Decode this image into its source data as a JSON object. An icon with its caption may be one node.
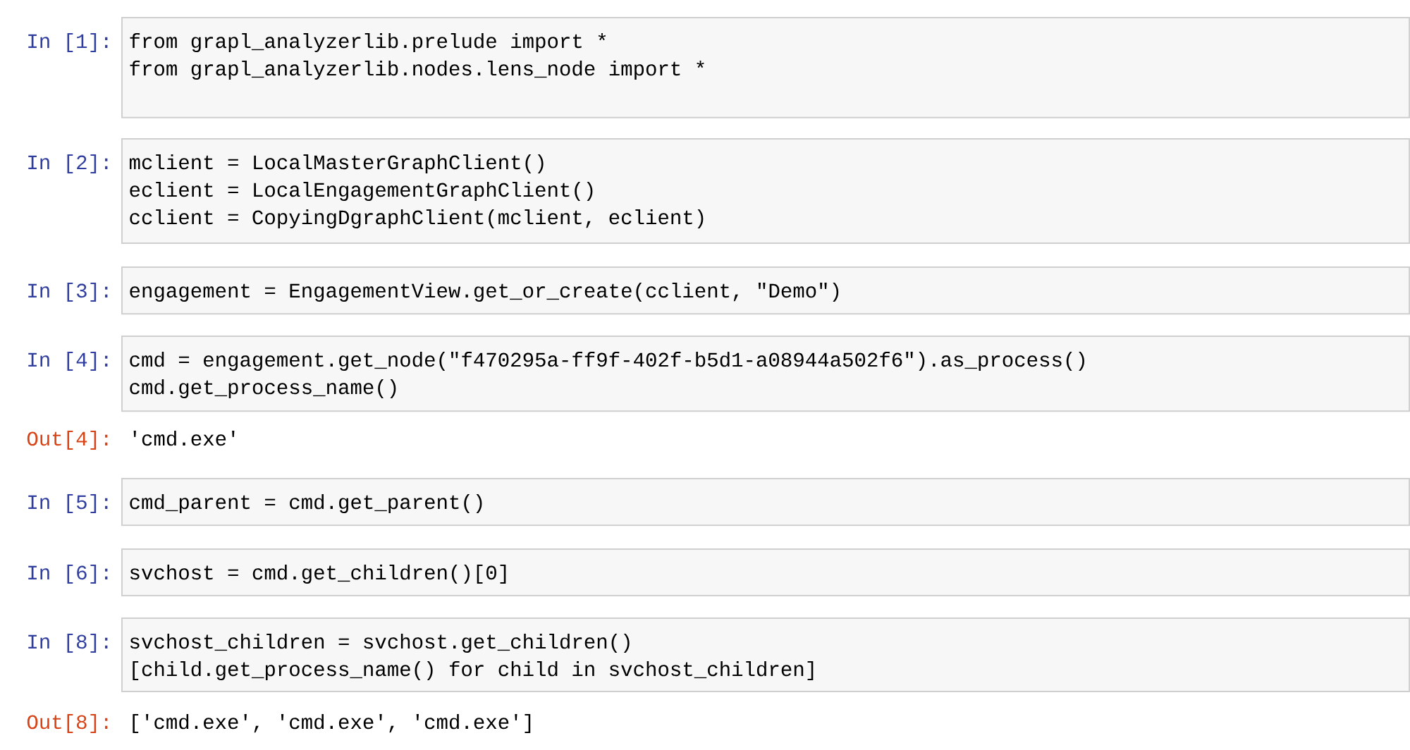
{
  "diagram": {
    "nodes": [
      {
        "text": [
          "from grapl_analyzerlib.prelude import *",
          "from grapl_analyzerlib.nodes.lens_node import *"
        ],
        "beside": [
          "In [1]:"
        ]
      },
      {
        "text": [
          "mclient = LocalMasterGraphClient()",
          "eclient = LocalEngagementGraphClient()",
          "cclient = CopyingDgraphClient(mclient, eclient)"
        ],
        "beside": [
          "In [2]:"
        ]
      },
      {
        "text": [
          "engagement = EngagementView.get_or_create(cclient, \"Demo\")"
        ],
        "beside": [
          "In [3]:"
        ]
      },
      {
        "text": [
          "cmd = engagement.get_node(\"f470295a-ff9f-402f-b5d1-a08944a502f6\").as_process()",
          "cmd.get_process_name()"
        ],
        "beside": [
          "In [4]:"
        ]
      },
      {
        "text": [
          "cmd_parent = cmd.get_parent()"
        ],
        "beside": [
          "In [5]:"
        ]
      },
      {
        "text": [
          "svchost = cmd.get_children()[0]"
        ],
        "beside": [
          "In [6]:"
        ]
      },
      {
        "text": [
          "svchost_children = svchost.get_children()",
          "[child.get_process_name() for child in svchost_children]"
        ],
        "beside": [
          "In [8]:"
        ]
      }
    ],
    "labels": [
      "Out[4]:",
      "'cmd.exe'",
      "Out[8]:",
      "['cmd.exe', 'cmd.exe', 'cmd.exe']"
    ]
  }
}
